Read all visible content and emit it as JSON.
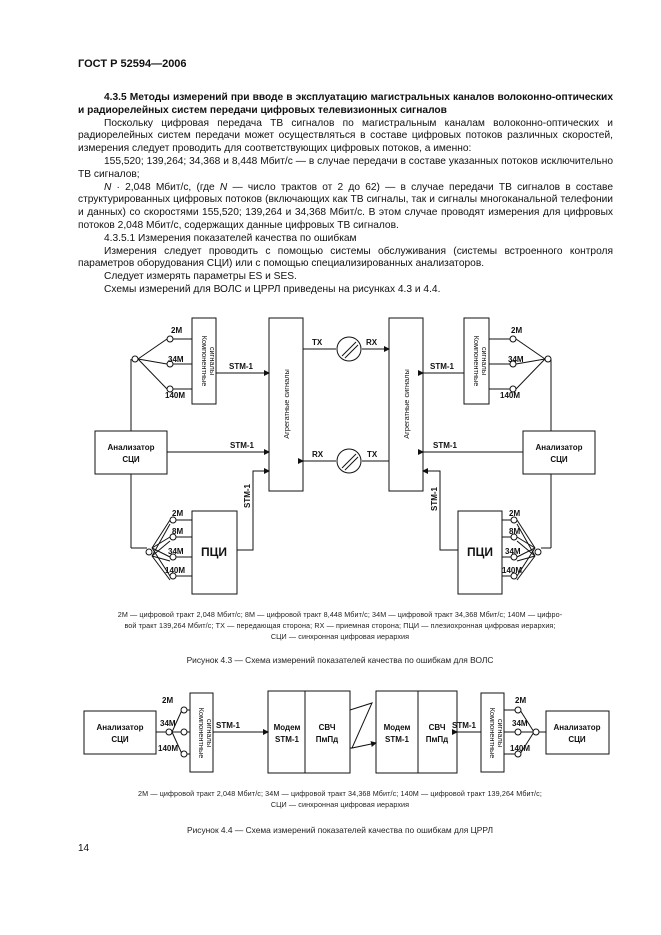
{
  "header": {
    "standard": "ГОСТ Р 52594—2006"
  },
  "section": {
    "heading": "4.3.5 Методы измерений при вводе в эксплуатацию магистральных каналов волоконно-оптических и радиорелейных систем передачи цифровых телевизионных сигналов",
    "p1": "Поскольку цифровая передача ТВ сигналов по магистральным каналам волоконно-оптических и радиорелейных систем передачи может осуществляться в составе цифровых потоков различных скоростей, измерения следует проводить для соответствующих цифровых потоков, а именно:",
    "p2": "155,520; 139,264; 34,368 и 8,448 Мбит/с — в случае передачи в составе указанных потоков исключительно ТВ сигналов;",
    "p3_n": "N",
    "p3_a": " · 2,048 Мбит/с, (где ",
    "p3_n2": "N",
    "p3_b": " — число трактов от 2 до 62) — в случае передачи ТВ сигналов в составе структурированных цифровых потоков (включающих как ТВ сигналы, так и сигналы многоканальной телефонии и данных) со скоростями 155,520; 139,264 и 34,368 Мбит/с. В этом случае проводят измерения для цифровых потоков 2,048 Мбит/с, содержащих данные цифровых ТВ сигналов.",
    "sub_heading": "4.3.5.1 Измерения показателей качества по ошибкам",
    "p4": "Измерения следует проводить с помощью системы обслуживания (системы встроенного контроля параметров оборудования СЦИ) или с помощью специализированных анализаторов.",
    "p5": "Следует измерять параметры ES и SES.",
    "p6": "Схемы измерений для ВОЛС и ЦРРЛ приведены на рисунках 4.3 и 4.4."
  },
  "figure43": {
    "tributary_2m": "2M",
    "tributary_8m": "8M",
    "tributary_34m": "34M",
    "tributary_140m": "140M",
    "stm1": "STM-1",
    "tx": "TX",
    "rx": "RX",
    "component_signals_line1": "Компонентные",
    "component_signals_line2": "сигналы",
    "aggregate_signals": "Агрегатные сигналы",
    "analyzer_line1": "Анализатор",
    "analyzer_line2": "СЦИ",
    "pdh": "ПЦИ",
    "legend_line1": "2M — цифровой тракт 2,048 Мбит/с; 8M — цифровой тракт 8,448 Мбит/с; 34M — цифровой тракт 34,368 Мбит/с; 140M —  цифро-",
    "legend_line2": "вой тракт 139,264 Мбит/с; TX — передающая сторона; RX — приемная сторона; ПЦИ — плезиохронная цифровая иерархия;",
    "legend_line3": "СЦИ — синхронная цифровая иерархия",
    "caption": "Рисунок 4.3 — Схема измерений показателей качества по ошибкам для ВОЛС"
  },
  "figure44": {
    "analyzer_line1": "Анализатор",
    "analyzer_line2": "СЦИ",
    "tributary_2m": "2M",
    "tributary_34m": "34M",
    "tributary_140m": "140M",
    "component_signals_line1": "Компонентные",
    "component_signals_line2": "сигналы",
    "stm1": "STM-1",
    "modem_line1": "Модем",
    "modem_line2": "STM-1",
    "shf_line1": "СВЧ",
    "shf_line2": "ПмПд",
    "legend_line1": "2M — цифровой тракт 2,048 Мбит/с; 34M — цифровой тракт 34,368 Мбит/с; 140M — цифровой тракт 139,264 Мбит/с;",
    "legend_line2": "СЦИ — синхронная цифровая иерархия",
    "caption": "Рисунок 4.4 — Схема измерений показателей качества по ошибкам для ЦРРЛ"
  },
  "page_number": "14"
}
